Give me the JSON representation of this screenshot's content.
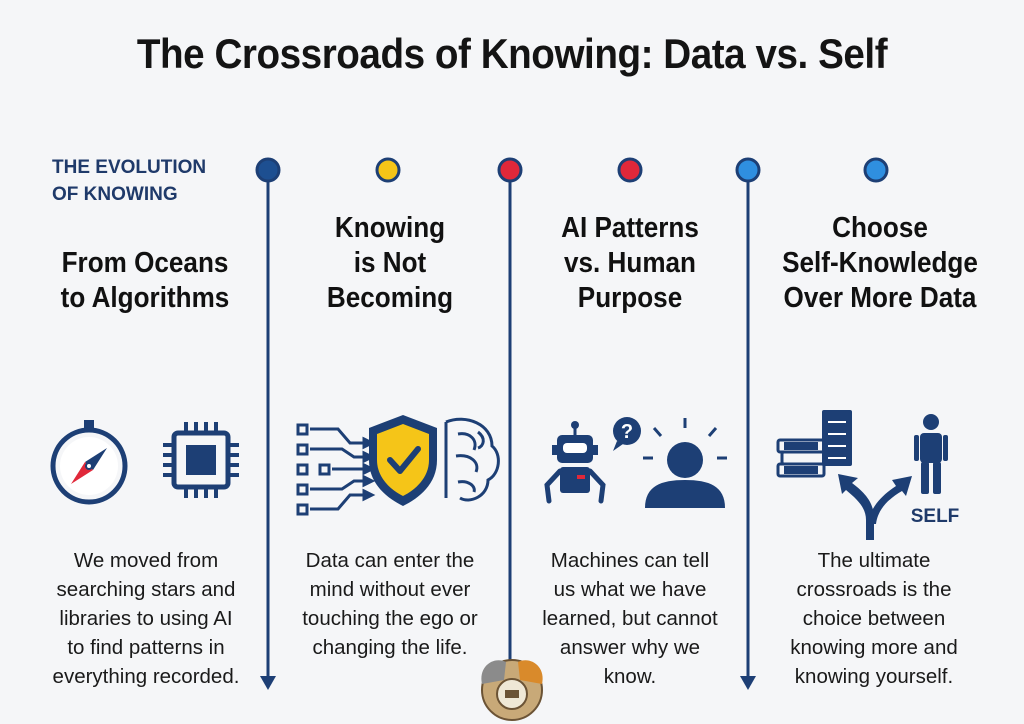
{
  "title": "The Crossroads of Knowing: Data vs. Self",
  "section_label": "THE EVOLUTION\nOF KNOWING",
  "columns": [
    {
      "heading": "From Oceans\nto Algorithms",
      "text": "We moved from\nsearching stars and\nlibraries to using AI\nto find patterns in\neverything recorded.",
      "icons": [
        "compass-icon",
        "microchip-icon"
      ]
    },
    {
      "heading": "Knowing\nis Not\nBecoming",
      "text": "Data can enter the\nmind without ever\ntouching the ego or\nchanging the life.",
      "icons": [
        "data-flow-icon",
        "shield-check-icon",
        "brain-icon"
      ]
    },
    {
      "heading": "AI Patterns\nvs. Human\nPurpose",
      "text": "Machines can tell\nus what we have\nlearned, but cannot\nanswer why we\nknow.",
      "icons": [
        "robot-question-icon",
        "human-head-icon"
      ]
    },
    {
      "heading": "Choose\nSelf-Knowledge\nOver More Data",
      "text": "The ultimate\ncrossroads is the\nchoice between\nknowing more and\nknowing yourself.",
      "icons": [
        "books-server-icon",
        "fork-arrow-icon",
        "person-icon"
      ],
      "icon_label": "SELF"
    }
  ],
  "timeline_dots": [
    "#1d4f91",
    "#f5c518",
    "#e0283a",
    "#e0283a",
    "#2f8fe0",
    "#2f8fe0"
  ],
  "colors": {
    "navy": "#1d4f91",
    "line": "#1d3f75",
    "gold": "#f5c518",
    "text": "#141414"
  }
}
